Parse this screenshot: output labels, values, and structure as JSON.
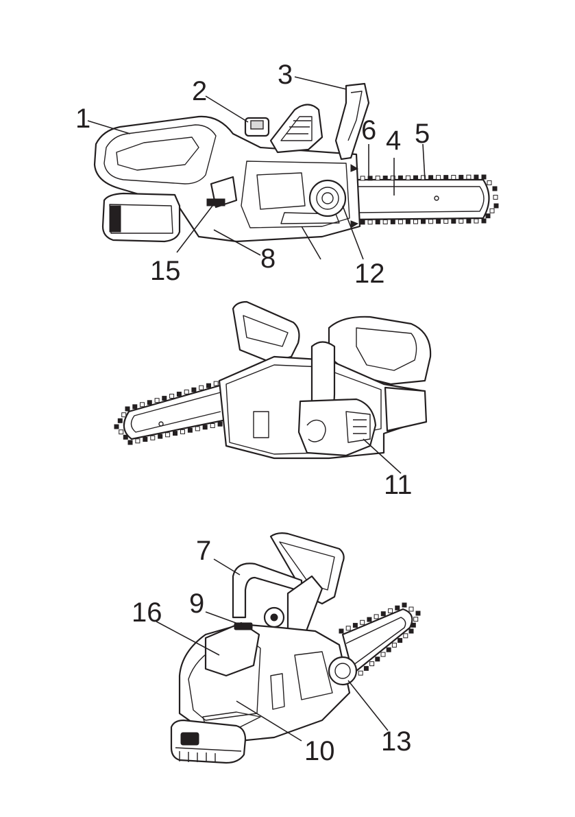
{
  "figure": {
    "views": [
      {
        "id": "side-view"
      },
      {
        "id": "rear-view"
      },
      {
        "id": "front-view"
      }
    ],
    "callouts": [
      {
        "label": "1",
        "view": "side-view"
      },
      {
        "label": "2",
        "view": "side-view"
      },
      {
        "label": "3",
        "view": "side-view"
      },
      {
        "label": "4",
        "view": "side-view"
      },
      {
        "label": "5",
        "view": "side-view"
      },
      {
        "label": "6",
        "view": "side-view"
      },
      {
        "label": "8",
        "view": "side-view"
      },
      {
        "label": "12",
        "view": "side-view"
      },
      {
        "label": "15",
        "view": "side-view"
      },
      {
        "label": "11",
        "view": "rear-view"
      },
      {
        "label": "7",
        "view": "front-view"
      },
      {
        "label": "9",
        "view": "front-view"
      },
      {
        "label": "10",
        "view": "front-view"
      },
      {
        "label": "13",
        "view": "front-view"
      },
      {
        "label": "16",
        "view": "front-view"
      }
    ]
  },
  "colors": {
    "line": "#231f20",
    "background": "#ffffff"
  }
}
